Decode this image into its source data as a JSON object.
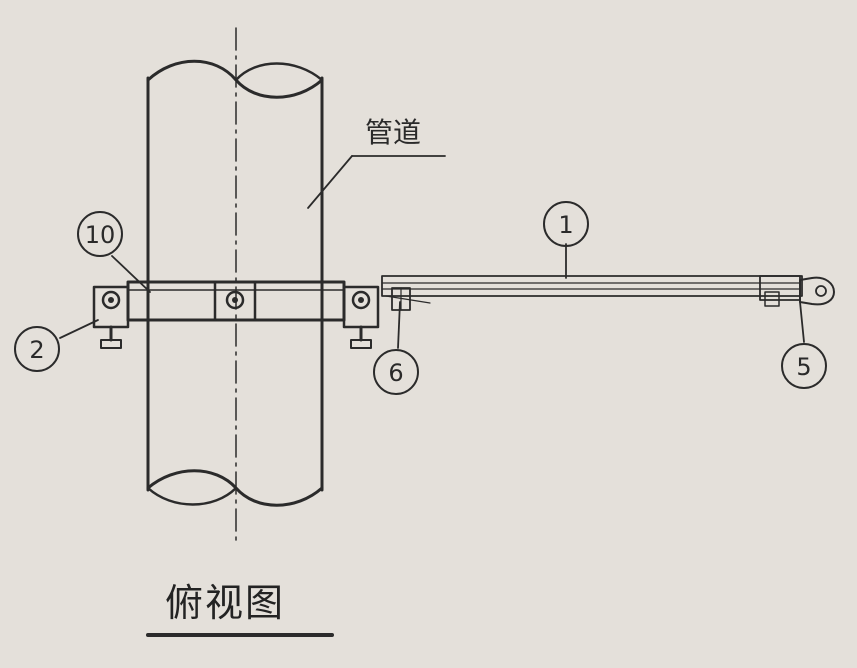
{
  "diagram": {
    "title": "俯视图",
    "pipe_label": "管道",
    "callouts": {
      "c1": "1",
      "c2": "2",
      "c5": "5",
      "c6": "6",
      "c10": "10"
    }
  }
}
